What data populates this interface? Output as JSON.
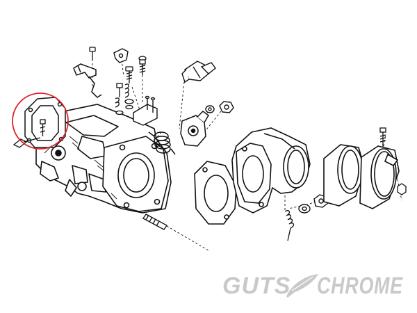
{
  "logo": {
    "word_left": "GUTS",
    "word_right": "CHROME",
    "color": "#c9c9c9",
    "icon": "feather-icon"
  },
  "highlight": {
    "color": "#e0202a",
    "shape": "circle-outline"
  },
  "drawing": {
    "ink": "#111111",
    "paper": "#ffffff"
  }
}
